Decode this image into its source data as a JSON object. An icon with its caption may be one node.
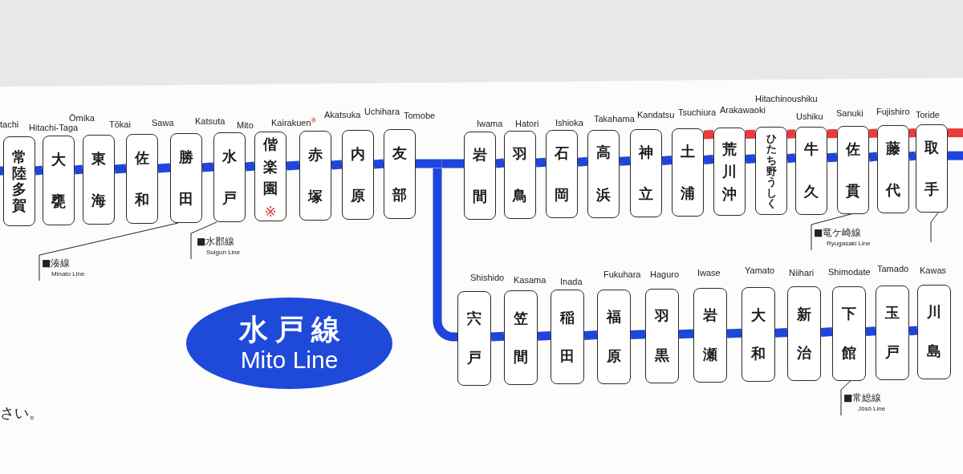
{
  "diagram": {
    "nodes": [
      {
        "text": [
          "常陸多賀"
        ],
        "beside": [
          "Hitachi-Taga"
        ]
      },
      {
        "text": [
          "大甕"
        ],
        "beside": [
          "Ōmika"
        ]
      },
      {
        "text": [
          "東海"
        ],
        "beside": [
          "Tōkai"
        ]
      },
      {
        "text": [
          "佐和"
        ],
        "beside": [
          "Sawa"
        ]
      },
      {
        "text": [
          "勝田"
        ],
        "beside": [
          "Katsuta"
        ]
      },
      {
        "text": [
          "水戸"
        ],
        "beside": [
          "Mito"
        ]
      },
      {
        "text": [
          "偕楽園",
          "※"
        ],
        "beside": [
          "Kairakuen$^{※}$"
        ]
      },
      {
        "text": [
          "赤塚"
        ],
        "beside": [
          "Akatsuka"
        ]
      },
      {
        "text": [
          "内原"
        ],
        "beside": [
          "Uchihara"
        ]
      },
      {
        "text": [
          "友部"
        ],
        "beside": [
          "Tomobe"
        ]
      },
      {
        "text": [
          "岩間"
        ],
        "beside": [
          "Iwama"
        ]
      },
      {
        "text": [
          "羽鳥"
        ],
        "beside": [
          "Hatori"
        ]
      },
      {
        "text": [
          "石岡"
        ],
        "beside": [
          "Ishioka"
        ]
      },
      {
        "text": [
          "高浜"
        ],
        "beside": [
          "Takahama"
        ]
      },
      {
        "text": [
          "神立"
        ],
        "beside": [
          "Kandatsu"
        ]
      },
      {
        "text": [
          "土浦"
        ],
        "beside": [
          "Tsuchiura"
        ]
      },
      {
        "text": [
          "荒川沖"
        ],
        "beside": [
          "Arakawaoki"
        ]
      },
      {
        "text": [
          "ひたち野うしく"
        ],
        "beside": [
          "Hitachinoushiku"
        ]
      },
      {
        "text": [
          "牛久"
        ],
        "beside": [
          "Ushiku"
        ]
      },
      {
        "text": [
          "佐貫"
        ],
        "beside": [
          "Sanuki"
        ]
      },
      {
        "text": [
          "藤代"
        ],
        "beside": [
          "Fujishiro"
        ]
      },
      {
        "text": [
          "取手"
        ],
        "beside": [
          "Toride"
        ]
      },
      {
        "text": [
          "■竜ケ崎線",
          "Ryugasaki Line"
        ]
      },
      {
        "text": [
          "■湊線",
          "Minato Line"
        ]
      },
      {
        "text": [
          "■水郡線",
          "Suigun Line"
        ]
      },
      {
        "text": [
          "水戸線",
          "Mito Line"
        ]
      },
      {
        "text": [
          "宍戸"
        ],
        "beside": [
          "Shishido"
        ]
      },
      {
        "text": [
          "笠間"
        ],
        "beside": [
          "Kasama"
        ]
      },
      {
        "text": [
          "稲田"
        ],
        "beside": [
          "Inada"
        ]
      },
      {
        "text": [
          "福原"
        ],
        "beside": [
          "Fukuhara"
        ]
      },
      {
        "text": [
          "羽黒"
        ],
        "beside": [
          "Haguro"
        ]
      },
      {
        "text": [
          "岩瀬"
        ],
        "beside": [
          "Iwase"
        ]
      },
      {
        "text": [
          "大和"
        ],
        "beside": [
          "Yamato"
        ]
      },
      {
        "text": [
          "新治"
        ],
        "beside": [
          "Niihari"
        ]
      },
      {
        "text": [
          "下館"
        ],
        "beside": [
          "Shimodate"
        ]
      },
      {
        "text": [
          "玉戸"
        ],
        "beside": [
          "Tamado"
        ]
      },
      {
        "text": [
          "川島"
        ],
        "beside": [
          "Kawas"
        ]
      },
      {
        "text": [
          "■常総線",
          "Jōsō Line"
        ]
      }
    ],
    "edges": [
      {
        "from": null,
        "to": 0,
        "arrow": "none"
      },
      {
        "from": 0,
        "to": 1,
        "arrow": "none"
      },
      {
        "from": 1,
        "to": 2,
        "arrow": "none"
      },
      {
        "from": 2,
        "to": 3,
        "arrow": "none"
      },
      {
        "from": 3,
        "to": 4,
        "arrow": "none"
      },
      {
        "from": 4,
        "to": 5,
        "arrow": "none"
      },
      {
        "from": 5,
        "to": 6,
        "arrow": "none"
      },
      {
        "from": 6,
        "to": 7,
        "arrow": "none"
      },
      {
        "from": 7,
        "to": 8,
        "arrow": "none"
      },
      {
        "from": 8,
        "to": 9,
        "arrow": "none"
      },
      {
        "from": 9,
        "to": 10,
        "arrow": "none"
      },
      {
        "from": 9,
        "to": 26,
        "arrow": "none"
      },
      {
        "from": 10,
        "to": 11,
        "arrow": "none"
      },
      {
        "from": 11,
        "to": 12,
        "arrow": "none"
      },
      {
        "from": 12,
        "to": 13,
        "arrow": "none"
      },
      {
        "from": 13,
        "to": 14,
        "arrow": "none"
      },
      {
        "from": 14,
        "to": 15,
        "arrow": "none"
      },
      {
        "from": 15,
        "to": 16,
        "arrow": "none"
      },
      {
        "from": 16,
        "to": 17,
        "arrow": "none"
      },
      {
        "from": 17,
        "to": 18,
        "arrow": "none"
      },
      {
        "from": 18,
        "to": 19,
        "arrow": "none"
      },
      {
        "from": 19,
        "to": 20,
        "arrow": "none"
      },
      {
        "from": 20,
        "to": 21,
        "arrow": "none"
      },
      {
        "from": 15,
        "to": 16,
        "arrow": "none",
        "color": "#ec3a3f"
      },
      {
        "from": 16,
        "to": 17,
        "arrow": "none",
        "color": "#ec3a3f"
      },
      {
        "from": 17,
        "to": 18,
        "arrow": "none",
        "color": "#ec3a3f"
      },
      {
        "from": 18,
        "to": 19,
        "arrow": "none",
        "color": "#ec3a3f"
      },
      {
        "from": 19,
        "to": 20,
        "arrow": "none",
        "color": "#ec3a3f"
      },
      {
        "from": 20,
        "to": 21,
        "arrow": "none",
        "color": "#ec3a3f"
      },
      {
        "from": 21,
        "to": null,
        "arrow": "none"
      },
      {
        "from": 21,
        "to": null,
        "arrow": "none",
        "color": "#ec3a3f"
      },
      {
        "from": 26,
        "to": 27,
        "arrow": "none"
      },
      {
        "from": 27,
        "to": 28,
        "arrow": "none"
      },
      {
        "from": 28,
        "to": 29,
        "arrow": "none"
      },
      {
        "from": 29,
        "to": 30,
        "arrow": "none"
      },
      {
        "from": 30,
        "to": 31,
        "arrow": "none"
      },
      {
        "from": 31,
        "to": 32,
        "arrow": "none"
      },
      {
        "from": 32,
        "to": 33,
        "arrow": "none"
      },
      {
        "from": 33,
        "to": 34,
        "arrow": "none"
      },
      {
        "from": 34,
        "to": 35,
        "arrow": "none"
      },
      {
        "from": 35,
        "to": 36,
        "arrow": "none"
      },
      {
        "from": 23,
        "to": 4,
        "arrow": "none",
        "color": "#222222"
      },
      {
        "from": 24,
        "to": 5,
        "arrow": "none",
        "color": "#222222"
      },
      {
        "from": 22,
        "to": 19,
        "arrow": "none",
        "color": "#222222"
      },
      {
        "from": null,
        "to": 21,
        "arrow": "none",
        "color": "#222222"
      },
      {
        "from": 37,
        "to": 34,
        "arrow": "none",
        "color": "#222222"
      }
    ],
    "labels": [
      "tachi",
      "さい。"
    ]
  }
}
